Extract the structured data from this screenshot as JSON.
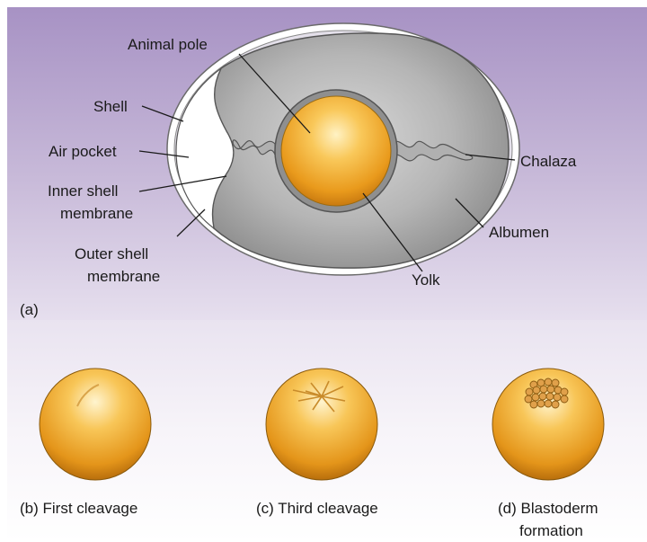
{
  "panel_a": {
    "panel_label": "(a)",
    "labels": {
      "animal_pole": "Animal pole",
      "shell": "Shell",
      "air_pocket": "Air pocket",
      "inner_shell_membrane_1": "Inner shell",
      "inner_shell_membrane_2": "membrane",
      "outer_shell_membrane_1": "Outer shell",
      "outer_shell_membrane_2": "membrane",
      "chalaza": "Chalaza",
      "albumen": "Albumen",
      "yolk": "Yolk"
    }
  },
  "stages": [
    {
      "caption_1": "(b) First cleavage",
      "caption_2": ""
    },
    {
      "caption_1": "(c) Third cleavage",
      "caption_2": ""
    },
    {
      "caption_1": "(d) Blastoderm",
      "caption_2": "formation"
    }
  ],
  "colors": {
    "background_top": "#a792c4",
    "yolk": "#f0a020",
    "albumen": "#9a9a9a",
    "shell": "#ffffff"
  }
}
